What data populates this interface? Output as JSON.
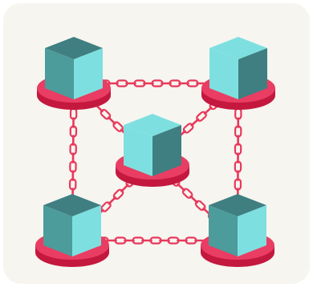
{
  "illustration": {
    "subject": "blockchain-network",
    "background_color": "#f6f5f0",
    "link_color": "#e8395b",
    "disk_top_color": "#ea3d63",
    "disk_side_color": "#c4183f",
    "cube_top_color": "#4c9c9c",
    "cube_left_color": "#3f7f81",
    "cube_right_color": "#7edfe0",
    "nodes": [
      {
        "name": "node-top-left",
        "style": "dark"
      },
      {
        "name": "node-top-right",
        "style": "light"
      },
      {
        "name": "node-center",
        "style": "light"
      },
      {
        "name": "node-bottom-left",
        "style": "dark"
      },
      {
        "name": "node-bottom-right",
        "style": "dark"
      }
    ],
    "links": [
      {
        "name": "link-top",
        "from": 0,
        "to": 1
      },
      {
        "name": "link-bottom",
        "from": 3,
        "to": 4
      },
      {
        "name": "link-left",
        "from": 0,
        "to": 3
      },
      {
        "name": "link-right",
        "from": 1,
        "to": 4
      },
      {
        "name": "link-center-top-left",
        "from": 2,
        "to": 0
      },
      {
        "name": "link-center-top-right",
        "from": 2,
        "to": 1
      },
      {
        "name": "link-center-bottom-left",
        "from": 2,
        "to": 3
      },
      {
        "name": "link-center-bottom-right",
        "from": 2,
        "to": 4
      }
    ]
  }
}
